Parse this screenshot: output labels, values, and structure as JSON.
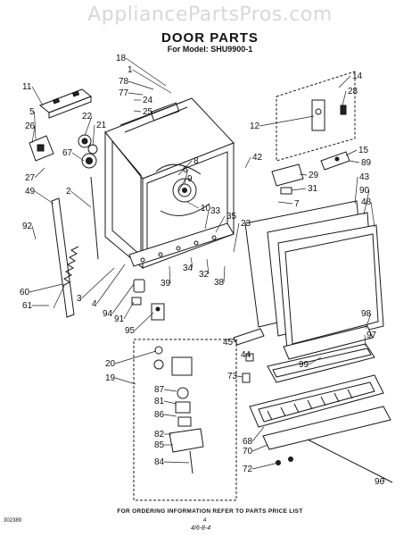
{
  "header": {
    "watermark": "AppliancePartsPros.com",
    "title": "DOOR PARTS",
    "subtitle": "For Model: SHU9900-1"
  },
  "callouts": [
    {
      "id": "18",
      "text": "18"
    },
    {
      "id": "1",
      "text": "1"
    },
    {
      "id": "78",
      "text": "78"
    },
    {
      "id": "77",
      "text": "77"
    },
    {
      "id": "24",
      "text": "24"
    },
    {
      "id": "25",
      "text": "25"
    },
    {
      "id": "11",
      "text": "11"
    },
    {
      "id": "5",
      "text": "5"
    },
    {
      "id": "26",
      "text": "26"
    },
    {
      "id": "22",
      "text": "22"
    },
    {
      "id": "21",
      "text": "21"
    },
    {
      "id": "67",
      "text": "67"
    },
    {
      "id": "27",
      "text": "27"
    },
    {
      "id": "49",
      "text": "49"
    },
    {
      "id": "2",
      "text": "2"
    },
    {
      "id": "92",
      "text": "92"
    },
    {
      "id": "60",
      "text": "60"
    },
    {
      "id": "61",
      "text": "61"
    },
    {
      "id": "3",
      "text": "3"
    },
    {
      "id": "4",
      "text": "4"
    },
    {
      "id": "94",
      "text": "94"
    },
    {
      "id": "91",
      "text": "91"
    },
    {
      "id": "95",
      "text": "95"
    },
    {
      "id": "8",
      "text": "8"
    },
    {
      "id": "6",
      "text": "6"
    },
    {
      "id": "9",
      "text": "9"
    },
    {
      "id": "10",
      "text": "10"
    },
    {
      "id": "33",
      "text": "33"
    },
    {
      "id": "35",
      "text": "35"
    },
    {
      "id": "23",
      "text": "23"
    },
    {
      "id": "34",
      "text": "34"
    },
    {
      "id": "32",
      "text": "32"
    },
    {
      "id": "38",
      "text": "38"
    },
    {
      "id": "39",
      "text": "39"
    },
    {
      "id": "14",
      "text": "14"
    },
    {
      "id": "28",
      "text": "28"
    },
    {
      "id": "12",
      "text": "12"
    },
    {
      "id": "15",
      "text": "15"
    },
    {
      "id": "89",
      "text": "89"
    },
    {
      "id": "42",
      "text": "42"
    },
    {
      "id": "29",
      "text": "29"
    },
    {
      "id": "43",
      "text": "43"
    },
    {
      "id": "31",
      "text": "31"
    },
    {
      "id": "90",
      "text": "90"
    },
    {
      "id": "7",
      "text": "7"
    },
    {
      "id": "48",
      "text": "48"
    },
    {
      "id": "98",
      "text": "98"
    },
    {
      "id": "97",
      "text": "97"
    },
    {
      "id": "45",
      "text": "45"
    },
    {
      "id": "44",
      "text": "44"
    },
    {
      "id": "99",
      "text": "99"
    },
    {
      "id": "73",
      "text": "73"
    },
    {
      "id": "20",
      "text": "20"
    },
    {
      "id": "19",
      "text": "19"
    },
    {
      "id": "87",
      "text": "87"
    },
    {
      "id": "81",
      "text": "81"
    },
    {
      "id": "86",
      "text": "86"
    },
    {
      "id": "82",
      "text": "82"
    },
    {
      "id": "85",
      "text": "85"
    },
    {
      "id": "84",
      "text": "84"
    },
    {
      "id": "68",
      "text": "68"
    },
    {
      "id": "70",
      "text": "70"
    },
    {
      "id": "72",
      "text": "72"
    },
    {
      "id": "96",
      "text": "96"
    }
  ],
  "footer": {
    "ordering_note": "FOR ORDERING INFORMATION REFER TO PARTS PRICE LIST",
    "code": "302389",
    "page": "4",
    "handwritten_date": "4/6-8-4"
  }
}
